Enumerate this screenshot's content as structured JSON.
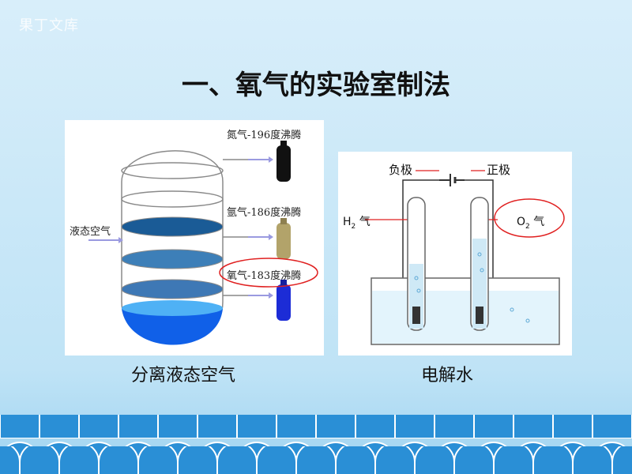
{
  "watermark": "果丁文库",
  "title": "一、氧气的实验室制法",
  "left_figure": {
    "caption": "分离液态空气",
    "input_label": "液态空气",
    "outputs": [
      {
        "label": "氮气-196度沸腾",
        "bottle_color": "#111111"
      },
      {
        "label": "氩气-186度沸腾",
        "bottle_color": "#b2a36a"
      },
      {
        "label": "氧气-183度沸腾",
        "bottle_color": "#1c2cd6"
      }
    ]
  },
  "right_figure": {
    "caption": "电解水",
    "negative": "负极",
    "positive": "正极",
    "gas_left": "H",
    "gas_left_sub": "2",
    "gas_left_suffix": "气",
    "gas_right": "O",
    "gas_right_sub": "2",
    "gas_right_suffix": "气"
  },
  "colors": {
    "highlight": "#e02020",
    "wave": "#2a8fd6"
  }
}
